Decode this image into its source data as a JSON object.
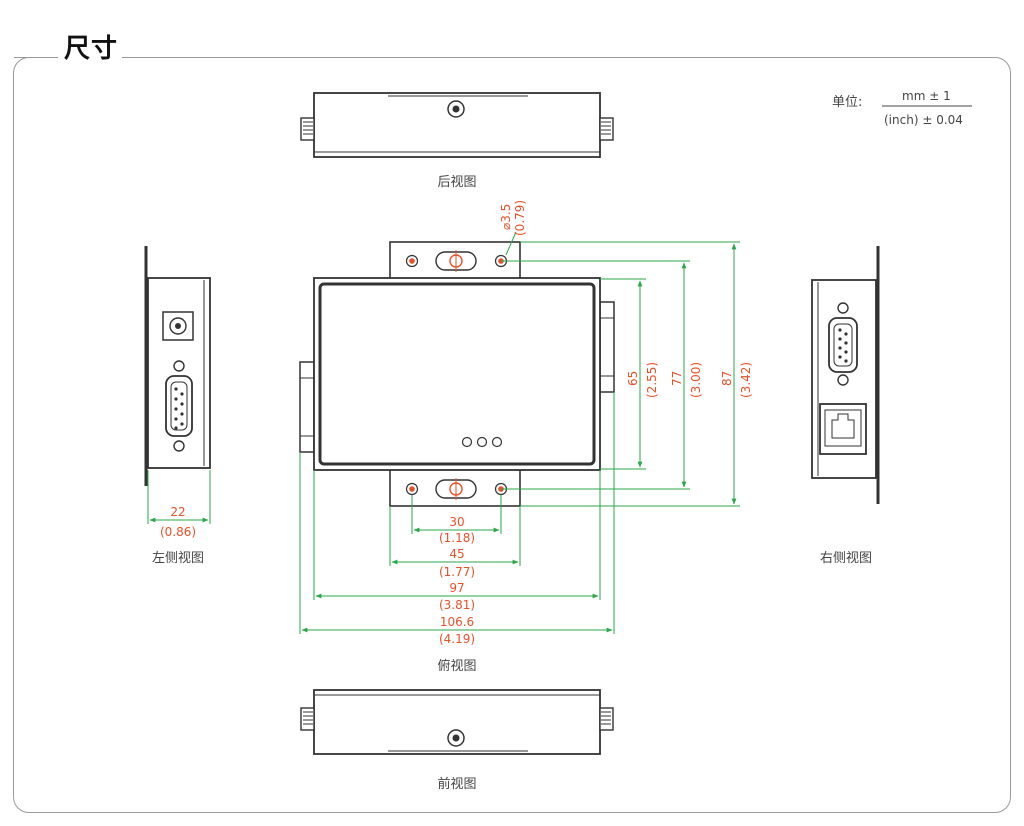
{
  "page": {
    "section_title": "尺寸"
  },
  "units": {
    "label": "单位:",
    "numerator": "mm ± 1",
    "denominator": "(inch) ± 0.04"
  },
  "views": {
    "rear": "后视图",
    "left": "左侧视图",
    "right": "右侧视图",
    "top": "俯视图",
    "front": "前视图"
  },
  "dimensions": {
    "hole": {
      "mm": "⌀3.5",
      "inch": "(0.79)"
    },
    "d22": {
      "mm": "22",
      "inch": "(0.86)"
    },
    "d30": {
      "mm": "30",
      "inch": "(1.18)"
    },
    "d45": {
      "mm": "45",
      "inch": "(1.77)"
    },
    "d97": {
      "mm": "97",
      "inch": "(3.81)"
    },
    "d1066": {
      "mm": "106.6",
      "inch": "(4.19)"
    },
    "d65": {
      "mm": "65",
      "inch": "(2.55)"
    },
    "d77": {
      "mm": "77",
      "inch": "(3.00)"
    },
    "d87": {
      "mm": "87",
      "inch": "(3.42)"
    }
  },
  "colors": {
    "outline": "#333333",
    "dimension_line": "#2aa84a",
    "dimension_text": "#e8502a",
    "mounting_hole": "#e8502a",
    "frame": "#9a9a9a"
  }
}
